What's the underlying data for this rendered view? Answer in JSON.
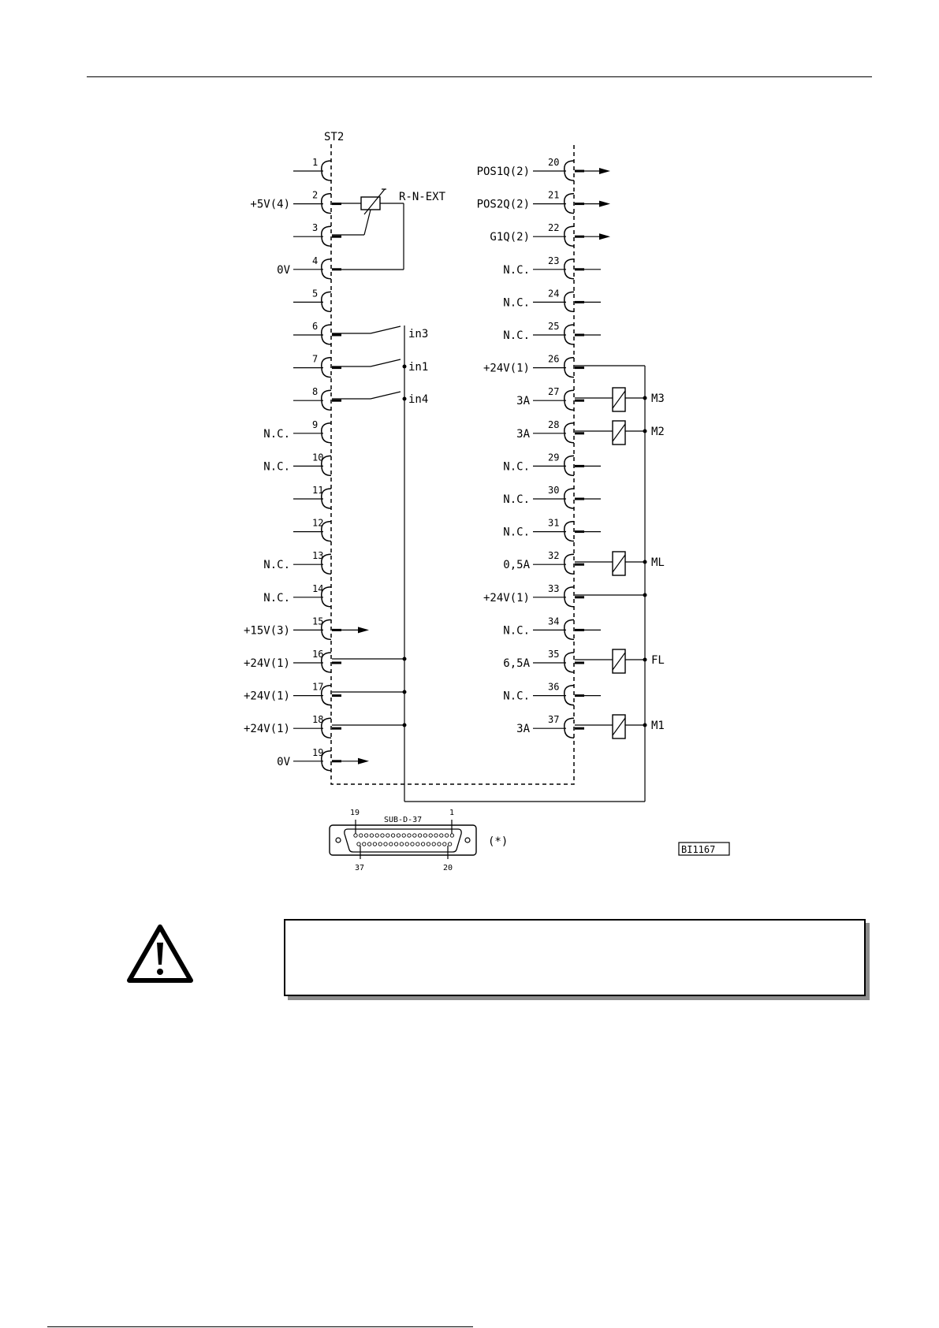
{
  "connector": {
    "name": "ST2",
    "left_pins": [
      {
        "num": "1",
        "label": ""
      },
      {
        "num": "2",
        "label": "+5V(4)"
      },
      {
        "num": "3",
        "label": ""
      },
      {
        "num": "4",
        "label": "0V"
      },
      {
        "num": "5",
        "label": ""
      },
      {
        "num": "6",
        "label": ""
      },
      {
        "num": "7",
        "label": ""
      },
      {
        "num": "8",
        "label": ""
      },
      {
        "num": "9",
        "label": "N.C."
      },
      {
        "num": "10",
        "label": "N.C."
      },
      {
        "num": "11",
        "label": ""
      },
      {
        "num": "12",
        "label": ""
      },
      {
        "num": "13",
        "label": "N.C."
      },
      {
        "num": "14",
        "label": "N.C."
      },
      {
        "num": "15",
        "label": "+15V(3)"
      },
      {
        "num": "16",
        "label": "+24V(1)"
      },
      {
        "num": "17",
        "label": "+24V(1)"
      },
      {
        "num": "18",
        "label": "+24V(1)"
      },
      {
        "num": "19",
        "label": "0V"
      }
    ],
    "right_pins": [
      {
        "num": "20",
        "label": "POS1Q(2)"
      },
      {
        "num": "21",
        "label": "POS2Q(2)"
      },
      {
        "num": "22",
        "label": "G1Q(2)"
      },
      {
        "num": "23",
        "label": "N.C."
      },
      {
        "num": "24",
        "label": "N.C."
      },
      {
        "num": "25",
        "label": "N.C."
      },
      {
        "num": "26",
        "label": "+24V(1)"
      },
      {
        "num": "27",
        "label": "3A"
      },
      {
        "num": "28",
        "label": "3A"
      },
      {
        "num": "29",
        "label": "N.C."
      },
      {
        "num": "30",
        "label": "N.C."
      },
      {
        "num": "31",
        "label": "N.C."
      },
      {
        "num": "32",
        "label": "0,5A"
      },
      {
        "num": "33",
        "label": "+24V(1)"
      },
      {
        "num": "34",
        "label": "N.C."
      },
      {
        "num": "35",
        "label": "6,5A"
      },
      {
        "num": "36",
        "label": "N.C."
      },
      {
        "num": "37",
        "label": "3A"
      }
    ]
  },
  "resistor_label": "R-N-EXT",
  "inputs": {
    "in3": "in3",
    "in1": "in1",
    "in4": "in4"
  },
  "coils": {
    "M3": "M3",
    "M2": "M2",
    "ML": "ML",
    "FL": "FL",
    "M1": "M1"
  },
  "sub_d": {
    "title": "SUB-D-37",
    "pin_top_left": "19",
    "pin_top_right": "1",
    "pin_bottom_left": "37",
    "pin_bottom_right": "20",
    "note": "(*)"
  },
  "figure_ref": "BI1167",
  "warning": {
    "icon": "warning-triangle-icon",
    "text": ""
  }
}
